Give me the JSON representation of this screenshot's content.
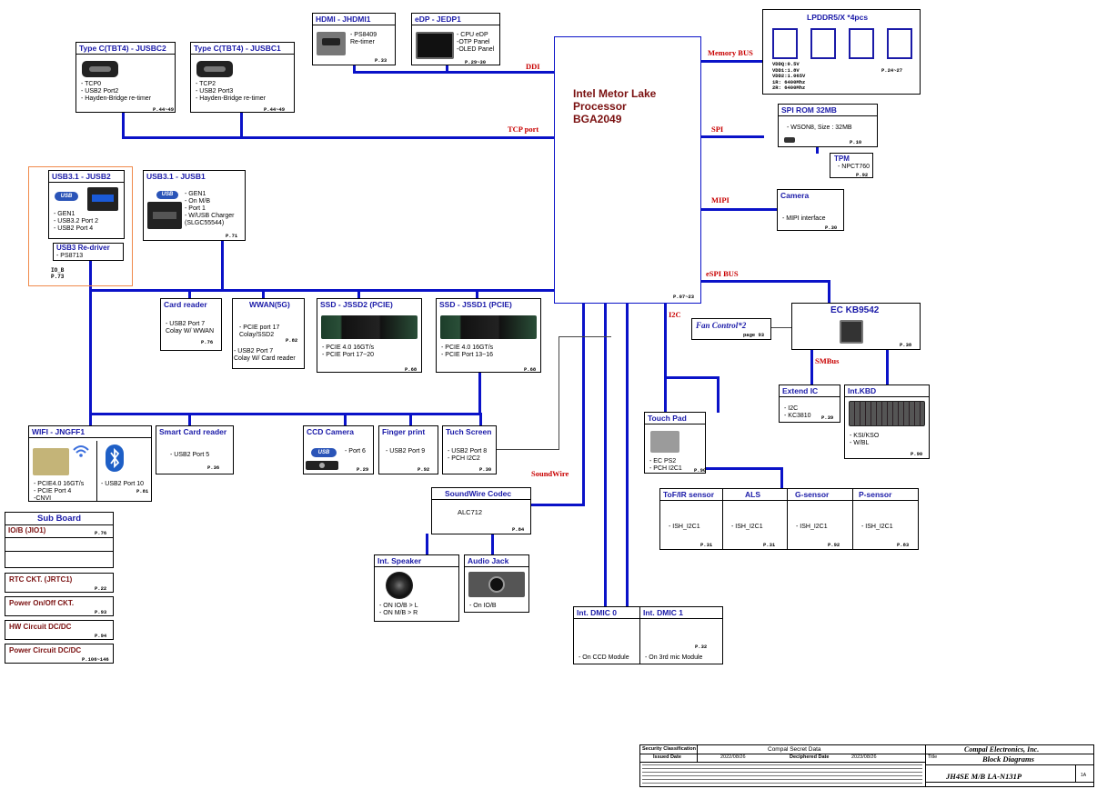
{
  "cpu": {
    "l1": "Intel Metor Lake",
    "l2": "Processor",
    "l3": "BGA2049",
    "page": "P.07~23"
  },
  "buses": {
    "ddi": "DDI",
    "tcp": "TCP port",
    "memory": "Memory BUS",
    "spi": "SPI",
    "mipi": "MIPI",
    "espi": "eSPI BUS",
    "i2c": "I2C",
    "smbus": "SMBus",
    "soundwire": "SoundWire"
  },
  "hdmi": {
    "title": "HDMI - JHDMI1",
    "body": "- PS8409\nRe-timer",
    "page": "P.33"
  },
  "edp": {
    "title": "eDP - JEDP1",
    "body": "- CPU eDP\n-OTP Panel\n-OLED Panel",
    "page": "P.29~30"
  },
  "tc2": {
    "title": "Type C(TBT4) - JUSBC2",
    "body": "- TCP0\n- USB2 Port2\n- Hayden-Bridge re-timer",
    "page": "P.44~49"
  },
  "tc1": {
    "title": "Type C(TBT4) - JUSBC1",
    "body": "- TCP2\n- USB2 Port3\n- Hayden-Bridge re-timer",
    "page": "P.44~49"
  },
  "lpddr": {
    "title": "LPDDR5/X  *4pcs",
    "specs": "VDDQ:0.5V\nVDD1:1.8V\nVDD2:1.065V\n1R: 6400Mhz\n2R: 6400Mhz",
    "page": "P.24~27"
  },
  "spirom": {
    "title": "SPI ROM 32MB",
    "body": "- WSON8, Size : 32MB",
    "page": "P.10"
  },
  "tpm": {
    "title": "TPM",
    "body": "- NPCT760",
    "page": "P.92"
  },
  "camera": {
    "title": "Camera",
    "body": "- MIPI interface",
    "page": "P.30"
  },
  "usb2": {
    "title": "USB3.1 - JUSB2",
    "body": "- GEN1\n- USB3.2 Port 2\n- USB2 Port 4"
  },
  "redriver": {
    "title": "USB3 Re-driver",
    "body": "- PS8713"
  },
  "iob_note": {
    "l1": "IO_B",
    "l2": "P.73"
  },
  "usb1": {
    "title": "USB3.1 - JUSB1",
    "body": "- GEN1\n- On M/B\n- Port 1\n- W/USB Charger\n(SLGC55544)",
    "page": "P.71"
  },
  "cardreader": {
    "title": "Card reader",
    "body": "- USB2 Port 7\nColay W/ WWAN",
    "page": "P.76"
  },
  "wwan": {
    "title": "WWAN(5G)",
    "body1": "- PCIE port 17\nColay/SSD2",
    "body2": "- USB2 Port 7\nColay W/ Card reader",
    "page": "P.82"
  },
  "ssd2": {
    "title": "SSD - JSSD2 (PCIE)",
    "body": "- PCIE 4.0 16GT/s\n- PCIE Port 17~20",
    "page": "P.68"
  },
  "ssd1": {
    "title": "SSD - JSSD1 (PCIE)",
    "body": "- PCIE 4.0 16GT/s\n- PCIE Port 13~16",
    "page": "P.68"
  },
  "ec": {
    "title": "EC KB9542",
    "page": "P.38"
  },
  "fan": {
    "title": "Fan Control*2",
    "page": "page 93"
  },
  "extendic": {
    "title": "Extend IC",
    "body": "- I2C\n- KC3810",
    "page": "P.39"
  },
  "kbd": {
    "title": "Int.KBD",
    "body": "- KSI/KSO\n- W/BL",
    "page": "P.90"
  },
  "touchpad": {
    "title": "Touch Pad",
    "body": "- EC PS2\n- PCH I2C1",
    "page": "P.90"
  },
  "wifi": {
    "title": "WIFI - JNGFF1",
    "body": "- PCIE4.0  16GT/s\n- PCIE Port 4\n-CNVI",
    "bt": "- USB2 Port 10",
    "page": "P.81"
  },
  "smartcard": {
    "title": "Smart Card reader",
    "body": "- USB2 Port 5",
    "page": "P.36"
  },
  "ccd": {
    "title": "CCD Camera",
    "body": "- Port 6",
    "page": "P.29"
  },
  "finger": {
    "title": "Finger print",
    "body": "- USB2 Port 9",
    "page": "P.92"
  },
  "touchscreen": {
    "title": "Tuch Screen",
    "body": "- USB2 Port 8\n- PCH I2C2",
    "page": "P.30"
  },
  "sensors": [
    {
      "title": "ToF/IR sensor",
      "body": "- ISH_I2C1",
      "page": "P.31"
    },
    {
      "title": "ALS",
      "body": "- ISH_I2C1",
      "page": "P.31"
    },
    {
      "title": "G-sensor",
      "body": "- ISH_I2C1",
      "page": "P.92"
    },
    {
      "title": "P-sensor",
      "body": "- ISH_I2C1",
      "page": "P.83"
    }
  ],
  "codec": {
    "title": "SoundWire Codec",
    "body": "ALC712",
    "page": "P.84"
  },
  "speaker": {
    "title": "Int. Speaker",
    "body": "- ON IO/B > L\n- ON M/B > R"
  },
  "jack": {
    "title": "Audio Jack",
    "body": "- On IO/B"
  },
  "dmic0": {
    "title": "Int. DMIC 0",
    "body": "- On CCD Module"
  },
  "dmic1": {
    "title": "Int. DMIC 1",
    "body": "- On 3rd mic Module",
    "page": "P.32"
  },
  "subboard": {
    "title": "Sub Board",
    "iob": "IO/B (JIO1)",
    "iob_page": "P.76"
  },
  "side_boxes": [
    {
      "title": "RTC CKT. (JRTC1)",
      "page": "P.22"
    },
    {
      "title": "Power On/Off CKT.",
      "page": "P.93"
    },
    {
      "title": "HW Circuit DC/DC",
      "page": "P.94"
    },
    {
      "title": "Power Circuit DC/DC",
      "page": "P.106~146"
    }
  ],
  "titleblock": {
    "sec_label": "Security Classification",
    "sec_value": "Compal Secret Data",
    "company": "Compal Electronics, Inc.",
    "issued_label": "Issued Date",
    "issued_value": "2022/08/26",
    "deciph_label": "Deciphered Date",
    "deciph_value": "2023/08/26",
    "title_label": "Title",
    "title_value": "Block Diagrams",
    "doc_value": "JH4SE M/B LA-N131P",
    "rev_value": "1A"
  },
  "colors": {
    "bus": "#0a12c8",
    "header": "#1a1aa8",
    "red": "#c80000",
    "orange": "#f08a4b",
    "subboard_title": "#7a1010"
  }
}
